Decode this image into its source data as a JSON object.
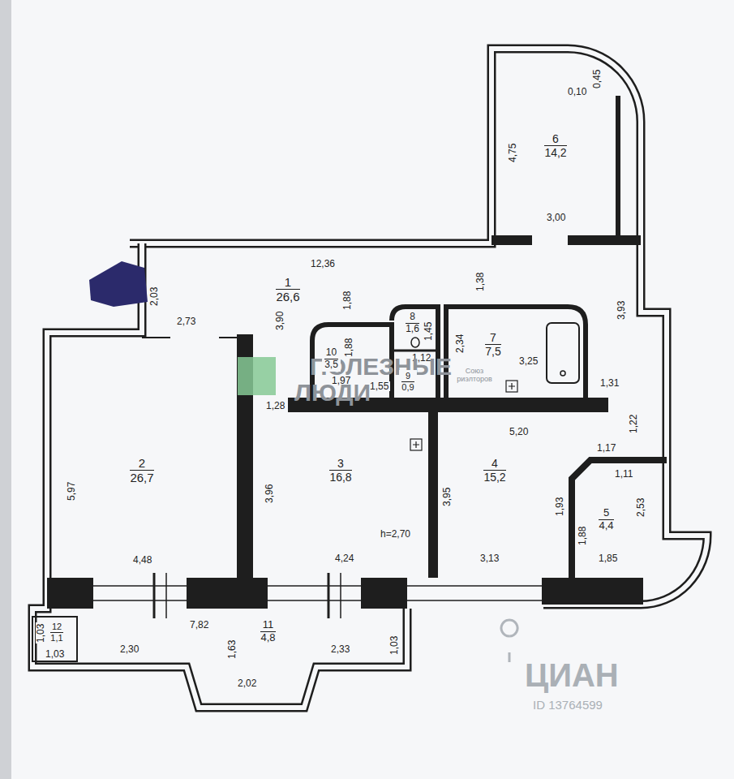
{
  "diagram": {
    "nodes": [
      {
        "text": [
          "6",
          "14,2"
        ]
      },
      {
        "text": [
          "1",
          "26,6"
        ]
      },
      {
        "text": [
          "8",
          "1,6"
        ]
      },
      {
        "text": [
          "7",
          "7,5"
        ]
      },
      {
        "text": [
          "10",
          "3,5"
        ]
      },
      {
        "text": [
          "9",
          "0,9"
        ]
      },
      {
        "text": [
          "2",
          "26,7"
        ]
      },
      {
        "text": [
          "3",
          "16,8"
        ]
      },
      {
        "text": [
          "4",
          "15,2"
        ]
      },
      {
        "text": [
          "5",
          "4,4"
        ]
      },
      {
        "text": [
          "11",
          "4,8"
        ]
      },
      {
        "text": [
          "12",
          "1,1"
        ]
      }
    ],
    "labels": [
      "12,36",
      "2,03",
      "1,88",
      "3,90",
      "2,73",
      "1,38",
      "3,93",
      "1,28",
      "1,31",
      "1,88",
      "1,97",
      "1,55",
      "1,45",
      "1,12",
      "2,34",
      "3,25",
      "4,75",
      "3,00",
      "0,45",
      "0,10",
      "5,97",
      "4,48",
      "3,96",
      "4,24",
      "h=2,70",
      "5,20",
      "3,95",
      "3,13",
      "1,22",
      "1,17",
      "1,11",
      "1,93",
      "1,88",
      "2,53",
      "1,85",
      "7,82",
      "1,63",
      "2,30",
      "2,33",
      "2,02",
      "1,03",
      "1,03",
      "1,03",
      "ПОЛЕЗНЫЕ",
      "ЛЮДИ",
      "Союз риэлторов",
      "ЦИАН",
      "ID 13764599"
    ]
  }
}
